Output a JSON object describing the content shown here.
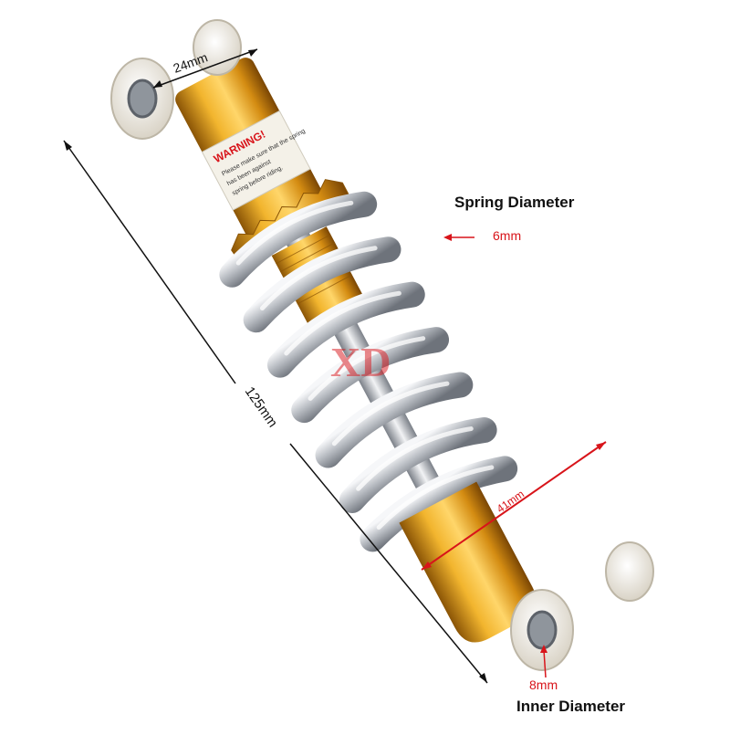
{
  "labels": {
    "top_width": "24mm",
    "overall_length": "125mm",
    "spring_diameter_title": "Spring Diameter",
    "spring_wire": "6mm",
    "spring_outer": "41mm",
    "inner_diameter_title": "Inner Diameter",
    "inner_value": "8mm"
  },
  "warning_label": {
    "heading": "WARNING!",
    "line1": "Please make sure that the spring",
    "line2": "has been against",
    "line3": "spring before riding."
  },
  "watermark": "XD",
  "colors": {
    "gold": "#e0a020",
    "gold_dark": "#a86a0a",
    "chrome": "#c9ccd1",
    "bushing": "#f2eee4",
    "accent_red": "#d8141a",
    "dimension_line": "#111111"
  }
}
